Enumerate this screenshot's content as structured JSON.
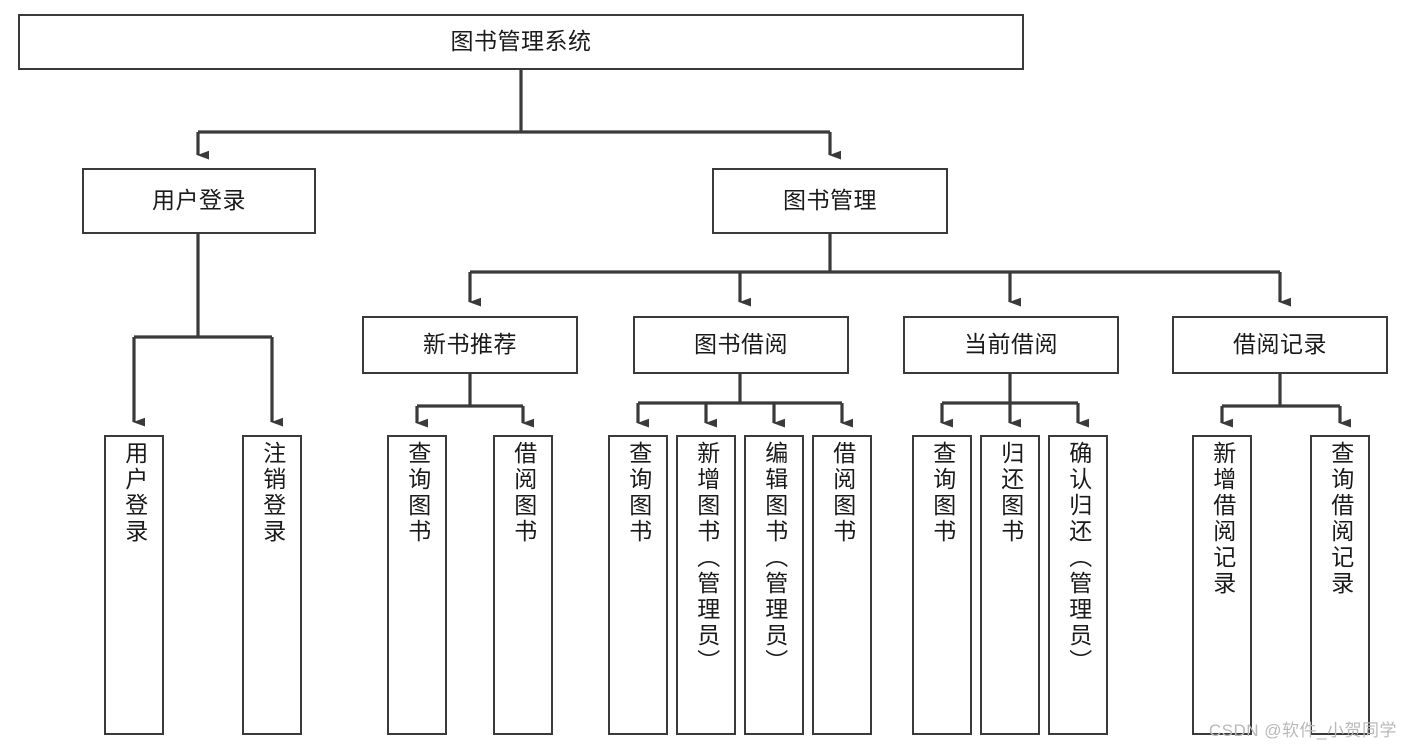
{
  "diagram": {
    "type": "tree-flowchart",
    "title": "图书管理系统",
    "watermark": "CSDN @软件_小贺同学",
    "colors": {
      "stroke": "#3a3a3a",
      "fill": "#ffffff",
      "text": "#1a1a1a",
      "watermark": "#b9b9b9"
    },
    "nodes": {
      "root": {
        "label": "图书管理系统"
      },
      "level2": [
        {
          "label": "用户登录"
        },
        {
          "label": "图书管理"
        }
      ],
      "level3": [
        {
          "label": "新书推荐"
        },
        {
          "label": "图书借阅"
        },
        {
          "label": "当前借阅"
        },
        {
          "label": "借阅记录"
        }
      ],
      "leaves": {
        "user_login": [
          {
            "label": "用户登录"
          },
          {
            "label": "注销登录"
          }
        ],
        "new_book": [
          {
            "label": "查询图书"
          },
          {
            "label": "借阅图书"
          }
        ],
        "book_borrow": [
          {
            "label": "查询图书"
          },
          {
            "label": "新增图书（管理员）"
          },
          {
            "label": "编辑图书（管理员）"
          },
          {
            "label": "借阅图书"
          }
        ],
        "current_borrow": [
          {
            "label": "查询图书"
          },
          {
            "label": "归还图书"
          },
          {
            "label": "确认归还（管理员）"
          }
        ],
        "borrow_record": [
          {
            "label": "新增借阅记录"
          },
          {
            "label": "查询借阅记录"
          }
        ]
      }
    }
  }
}
